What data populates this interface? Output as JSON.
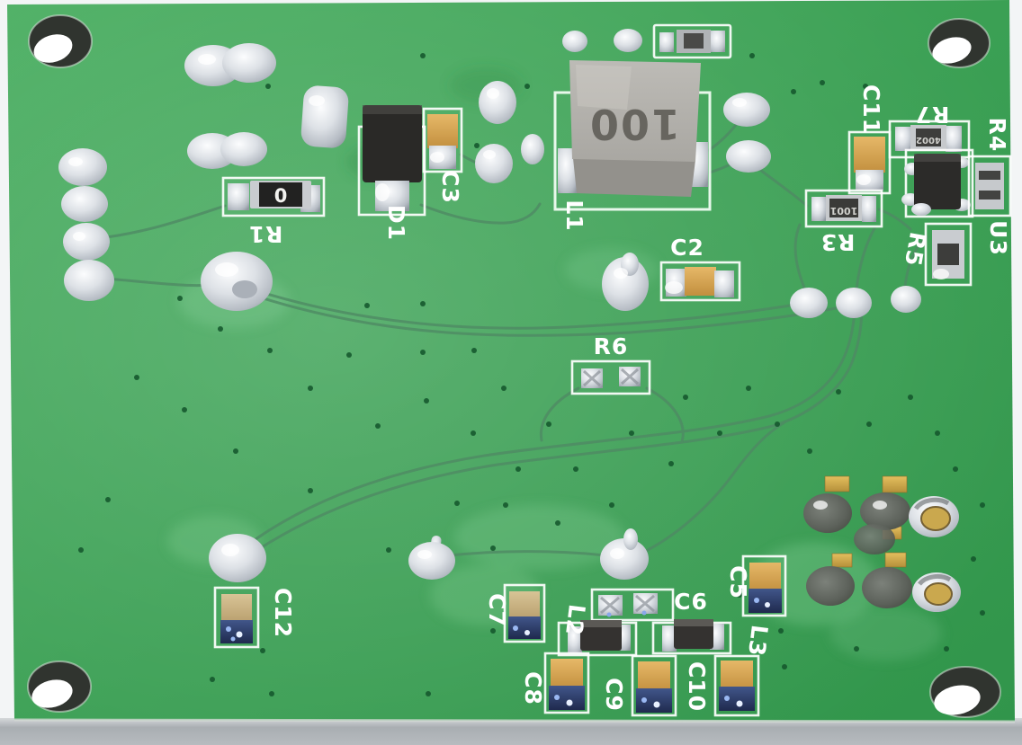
{
  "scene": {
    "description": "Photograph of a bare green PCB power-converter module on a white surface",
    "background_color": "#f3f5f6",
    "table_edge_color": "#a9aeb2"
  },
  "board": {
    "substrate_color": "#3da355",
    "silkscreen_color": "#ffffff",
    "trace_color": "#4f8a64",
    "solder_color": "#ccd1d7",
    "gold_pad_color": "#cfa43e",
    "mounting_hole_count": 4
  },
  "labels": {
    "R1": "R1",
    "D1": "D1",
    "C3": "C3",
    "L1": "L1",
    "C2": "C2",
    "R6": "R6",
    "C11": "C11",
    "R7": "R7",
    "R4": "R4",
    "R3": "R3",
    "R5": "R5",
    "U3": "U3",
    "C12": "C12",
    "C7": "C7",
    "L2": "L2",
    "C6": "C6",
    "C5": "C5",
    "L3": "L3",
    "C8": "C8",
    "C9": "C9",
    "C10": "C10"
  },
  "markings": {
    "L1": "100",
    "R1": "0",
    "R3": "1001",
    "R7": "4002"
  },
  "components": [
    {
      "ref": "R1",
      "type": "resistor",
      "marking": "0"
    },
    {
      "ref": "D1",
      "type": "diode"
    },
    {
      "ref": "C3",
      "type": "capacitor"
    },
    {
      "ref": "L1",
      "type": "power-inductor",
      "marking": "100"
    },
    {
      "ref": "C2",
      "type": "capacitor"
    },
    {
      "ref": "R6",
      "type": "unpopulated-pads"
    },
    {
      "ref": "C11",
      "type": "capacitor"
    },
    {
      "ref": "R7",
      "type": "resistor",
      "marking": "4002"
    },
    {
      "ref": "R4",
      "type": "resistor"
    },
    {
      "ref": "R3",
      "type": "resistor",
      "marking": "1001"
    },
    {
      "ref": "R5",
      "type": "resistor"
    },
    {
      "ref": "U3",
      "type": "sot23-ic"
    },
    {
      "ref": "C12",
      "type": "capacitor"
    },
    {
      "ref": "C7",
      "type": "capacitor"
    },
    {
      "ref": "L2",
      "type": "chip-inductor"
    },
    {
      "ref": "C6",
      "type": "unpopulated-pads"
    },
    {
      "ref": "C5",
      "type": "capacitor"
    },
    {
      "ref": "L3",
      "type": "chip-inductor"
    },
    {
      "ref": "C8",
      "type": "capacitor"
    },
    {
      "ref": "C9",
      "type": "capacitor"
    },
    {
      "ref": "C10",
      "type": "capacitor"
    }
  ]
}
